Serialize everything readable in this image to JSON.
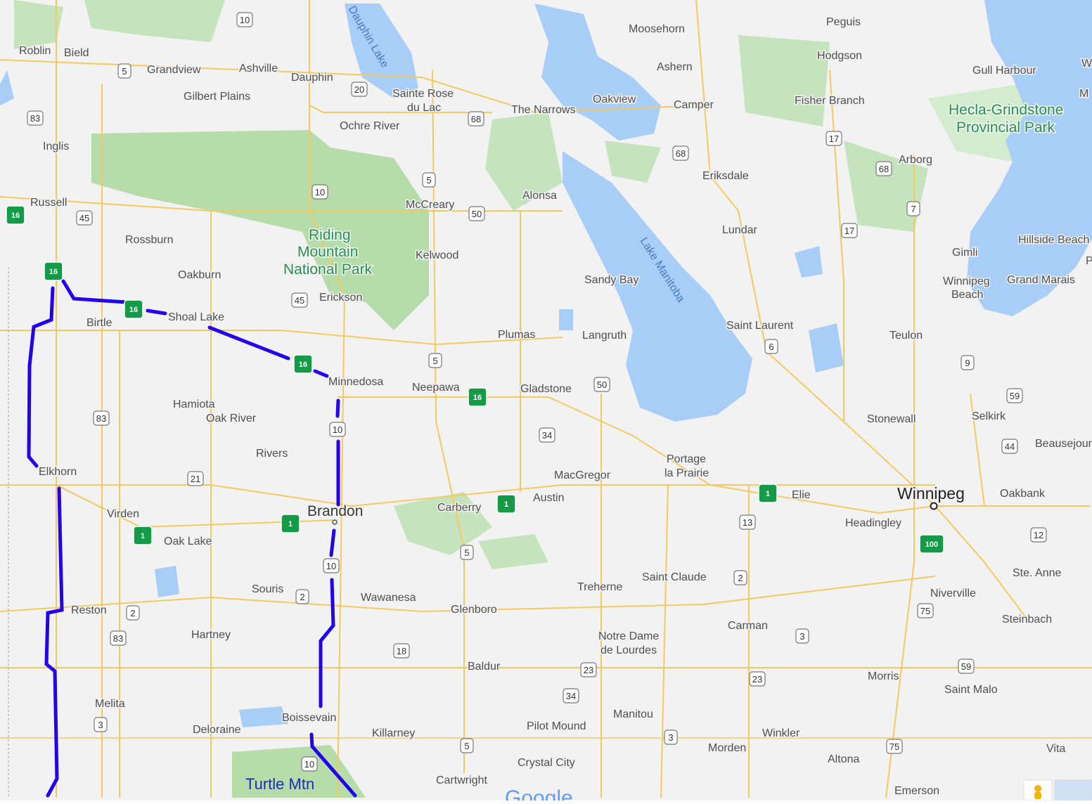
{
  "colors": {
    "land": "#f2f2f2",
    "water": "#a8cdf6",
    "park": "#b9dfb0",
    "road": "#f5c95d",
    "route": "#2200ee",
    "tch": "#159b48"
  },
  "branding": {
    "google_logo": "Google"
  },
  "places": [
    {
      "id": "roblin",
      "label": "Roblin"
    },
    {
      "id": "bield",
      "label": "Bield"
    },
    {
      "id": "grandview",
      "label": "Grandview"
    },
    {
      "id": "ashville",
      "label": "Ashville"
    },
    {
      "id": "dauphin",
      "label": "Dauphin"
    },
    {
      "id": "gilbert-plains",
      "label": "Gilbert Plains"
    },
    {
      "id": "sainte-rose-1",
      "label": "Sainte Rose"
    },
    {
      "id": "sainte-rose-2",
      "label": "du Lac"
    },
    {
      "id": "ochre-river",
      "label": "Ochre River"
    },
    {
      "id": "inglis",
      "label": "Inglis"
    },
    {
      "id": "russell",
      "label": "Russell"
    },
    {
      "id": "rossburn",
      "label": "Rossburn"
    },
    {
      "id": "oakburn",
      "label": "Oakburn"
    },
    {
      "id": "birtle",
      "label": "Birtle"
    },
    {
      "id": "shoal-lake",
      "label": "Shoal Lake"
    },
    {
      "id": "erickson",
      "label": "Erickson"
    },
    {
      "id": "mccreary",
      "label": "McCreary"
    },
    {
      "id": "alonsa",
      "label": "Alonsa"
    },
    {
      "id": "kelwood",
      "label": "Kelwood"
    },
    {
      "id": "minnedosa",
      "label": "Minnedosa"
    },
    {
      "id": "neepawa",
      "label": "Neepawa"
    },
    {
      "id": "gladstone",
      "label": "Gladstone"
    },
    {
      "id": "plumas",
      "label": "Plumas"
    },
    {
      "id": "langruth",
      "label": "Langruth"
    },
    {
      "id": "sandy-bay",
      "label": "Sandy Bay"
    },
    {
      "id": "mosehorn",
      "label": "Moosehorn"
    },
    {
      "id": "ashern",
      "label": "Ashern"
    },
    {
      "id": "the-narrows",
      "label": "The Narrows"
    },
    {
      "id": "oakview",
      "label": "Oakview"
    },
    {
      "id": "camper",
      "label": "Camper"
    },
    {
      "id": "peguis",
      "label": "Peguis"
    },
    {
      "id": "hodgson",
      "label": "Hodgson"
    },
    {
      "id": "fisher-branch",
      "label": "Fisher Branch"
    },
    {
      "id": "eriksdale",
      "label": "Eriksdale"
    },
    {
      "id": "arborg",
      "label": "Arborg"
    },
    {
      "id": "lundar",
      "label": "Lundar"
    },
    {
      "id": "gull-harbour",
      "label": "Gull Harbour"
    },
    {
      "id": "gimli",
      "label": "Gimli"
    },
    {
      "id": "winnipeg-beach-1",
      "label": "Winnipeg"
    },
    {
      "id": "winnipeg-beach-2",
      "label": "Beach"
    },
    {
      "id": "grand-marais",
      "label": "Grand Marais"
    },
    {
      "id": "hillside-beach",
      "label": "Hillside Beach"
    },
    {
      "id": "saint-laurent",
      "label": "Saint Laurent"
    },
    {
      "id": "teulon",
      "label": "Teulon"
    },
    {
      "id": "stonewall",
      "label": "Stonewall"
    },
    {
      "id": "selkirk",
      "label": "Selkirk"
    },
    {
      "id": "beausejour",
      "label": "Beausejour"
    },
    {
      "id": "oakbank",
      "label": "Oakbank"
    },
    {
      "id": "headingley",
      "label": "Headingley"
    },
    {
      "id": "elie",
      "label": "Elie"
    },
    {
      "id": "portage-1",
      "label": "Portage"
    },
    {
      "id": "portage-2",
      "label": "la Prairie"
    },
    {
      "id": "macgregor",
      "label": "MacGregor"
    },
    {
      "id": "austin",
      "label": "Austin"
    },
    {
      "id": "carberry",
      "label": "Carberry"
    },
    {
      "id": "hamiota",
      "label": "Hamiota"
    },
    {
      "id": "oak-river",
      "label": "Oak River"
    },
    {
      "id": "rivers",
      "label": "Rivers"
    },
    {
      "id": "elkhorn",
      "label": "Elkhorn"
    },
    {
      "id": "virden",
      "label": "Virden"
    },
    {
      "id": "oak-lake",
      "label": "Oak Lake"
    },
    {
      "id": "souris",
      "label": "Souris"
    },
    {
      "id": "wawanesa",
      "label": "Wawanesa"
    },
    {
      "id": "glenboro",
      "label": "Glenboro"
    },
    {
      "id": "treherne",
      "label": "Treherne"
    },
    {
      "id": "saint-claude",
      "label": "Saint Claude"
    },
    {
      "id": "reston",
      "label": "Reston"
    },
    {
      "id": "hartney",
      "label": "Hartney"
    },
    {
      "id": "notre-dame-1",
      "label": "Notre Dame"
    },
    {
      "id": "notre-dame-2",
      "label": "de Lourdes"
    },
    {
      "id": "carman",
      "label": "Carman"
    },
    {
      "id": "niverville",
      "label": "Niverville"
    },
    {
      "id": "ste-anne",
      "label": "Ste. Anne"
    },
    {
      "id": "steinbach",
      "label": "Steinbach"
    },
    {
      "id": "baldur",
      "label": "Baldur"
    },
    {
      "id": "melita",
      "label": "Melita"
    },
    {
      "id": "deloraine",
      "label": "Deloraine"
    },
    {
      "id": "boissevain",
      "label": "Boissevain"
    },
    {
      "id": "killarney",
      "label": "Killarney"
    },
    {
      "id": "pilot-mound",
      "label": "Pilot Mound"
    },
    {
      "id": "manitou",
      "label": "Manitou"
    },
    {
      "id": "crystal-city",
      "label": "Crystal City"
    },
    {
      "id": "cartwright",
      "label": "Cartwright"
    },
    {
      "id": "morris",
      "label": "Morris"
    },
    {
      "id": "saint-malo",
      "label": "Saint Malo"
    },
    {
      "id": "winkler",
      "label": "Winkler"
    },
    {
      "id": "morden",
      "label": "Morden"
    },
    {
      "id": "altona",
      "label": "Altona"
    },
    {
      "id": "emerson",
      "label": "Emerson"
    },
    {
      "id": "vita",
      "label": "Vita"
    },
    {
      "id": "w-edge",
      "label": "W"
    },
    {
      "id": "m-edge",
      "label": "M"
    },
    {
      "id": "p-edge",
      "label": "P"
    }
  ],
  "cities": [
    {
      "id": "brandon",
      "label": "Brandon"
    },
    {
      "id": "winnipeg",
      "label": "Winnipeg"
    }
  ],
  "parks": [
    {
      "id": "riding-mountain",
      "lines": [
        "Riding",
        "Mountain",
        "National Park"
      ]
    },
    {
      "id": "hecla",
      "lines": [
        "Hecla-Grindstone",
        "Provincial Park"
      ]
    }
  ],
  "water_labels": [
    {
      "id": "dauphin-lake",
      "label": "Dauphin Lake"
    },
    {
      "id": "lake-manitoba",
      "label": "Lake Manitoba"
    }
  ],
  "annotations": [
    {
      "id": "turtle-mtn",
      "label": "Turtle Mtn"
    }
  ],
  "route_shields": [
    "10",
    "5",
    "20",
    "83",
    "45",
    "68",
    "17",
    "50",
    "7",
    "9",
    "59",
    "44",
    "12",
    "75",
    "3",
    "23",
    "34",
    "18",
    "2",
    "21",
    "13",
    "6",
    "100",
    "16",
    "1"
  ]
}
